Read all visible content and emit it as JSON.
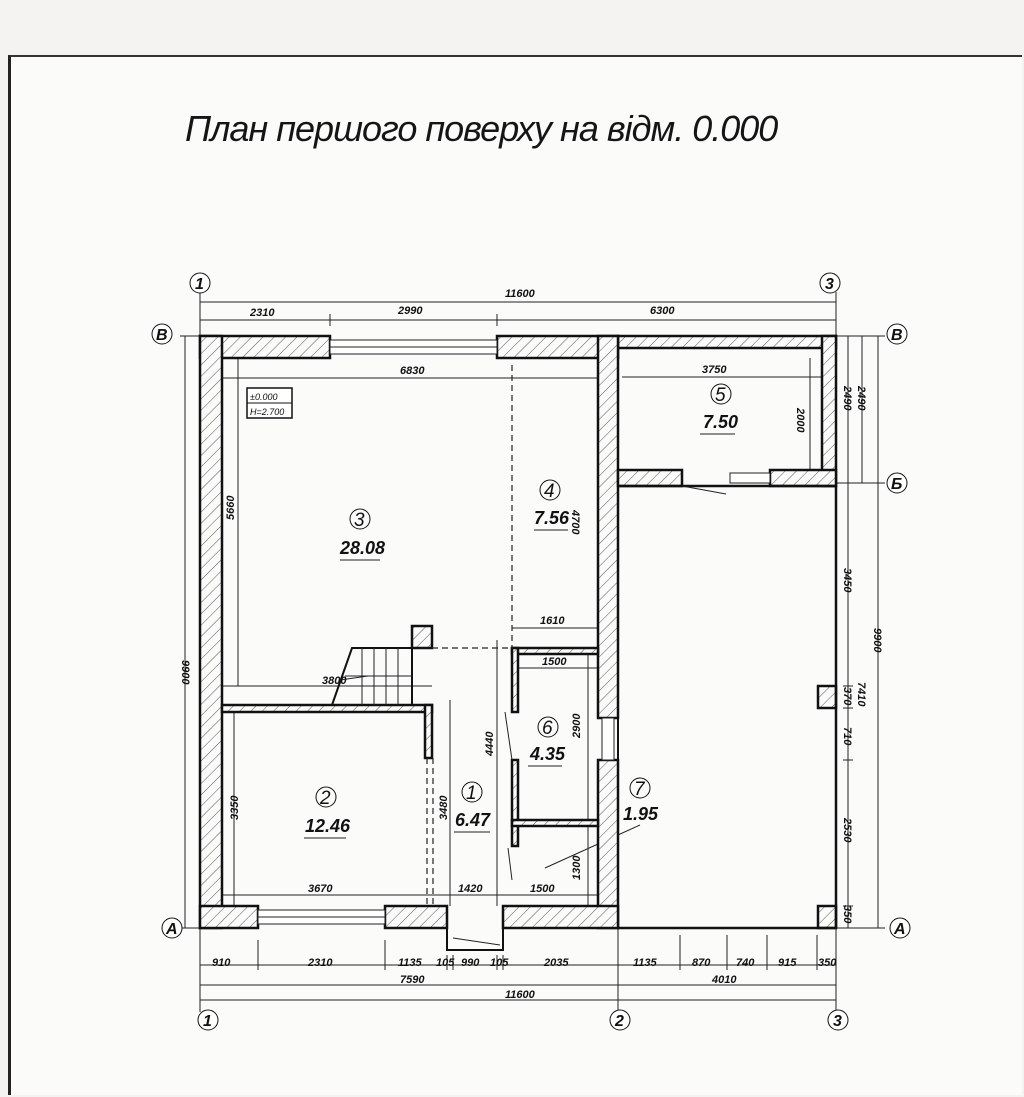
{
  "title": "План першого поверху на відм. 0.000",
  "level_box": {
    "elevation": "±0.000",
    "height": "H=2.700"
  },
  "axes": {
    "col_1": "1",
    "col_2": "2",
    "col_3": "3",
    "row_A": "А",
    "row_B": "Б",
    "row_V": "В"
  },
  "dims_top": {
    "total": "11600",
    "d1": "2310",
    "d2": "2990",
    "d3": "6300"
  },
  "dims_bottom": {
    "d1": "910",
    "d2": "2310",
    "d3": "1135",
    "d4": "105",
    "d5": "990",
    "d6": "105",
    "d7": "2035",
    "d8": "1135",
    "d9": "870",
    "d10": "740",
    "d11": "915",
    "d12": "350",
    "sub1": "7590",
    "sub2": "4010",
    "total": "11600"
  },
  "dims_left": {
    "total": "9900"
  },
  "dims_right": {
    "a": "2490",
    "b": "2490",
    "c": "3450",
    "total": "9900",
    "d": "370",
    "e": "7410",
    "f": "710",
    "g": "2530",
    "h": "350"
  },
  "dims_inner": {
    "r3_width": "6830",
    "r3_height": "5660",
    "r4_height": "4700",
    "r4_width": "1610",
    "stair": "3800",
    "r5_width": "3750",
    "r5_height": "2000",
    "r6_width": "1500",
    "r6_height": "2900",
    "corr_height": "4440",
    "r1_height": "3480",
    "r2_height": "3350",
    "r2_width": "3670",
    "r1_width": "1420",
    "wc_width": "1500",
    "wc_height": "1300"
  },
  "rooms": [
    {
      "num": "3",
      "area": "28.08"
    },
    {
      "num": "4",
      "area": "7.56"
    },
    {
      "num": "5",
      "area": "7.50"
    },
    {
      "num": "6",
      "area": "4.35"
    },
    {
      "num": "2",
      "area": "12.46"
    },
    {
      "num": "1",
      "area": "6.47"
    },
    {
      "num": "7",
      "area": "1.95"
    }
  ]
}
